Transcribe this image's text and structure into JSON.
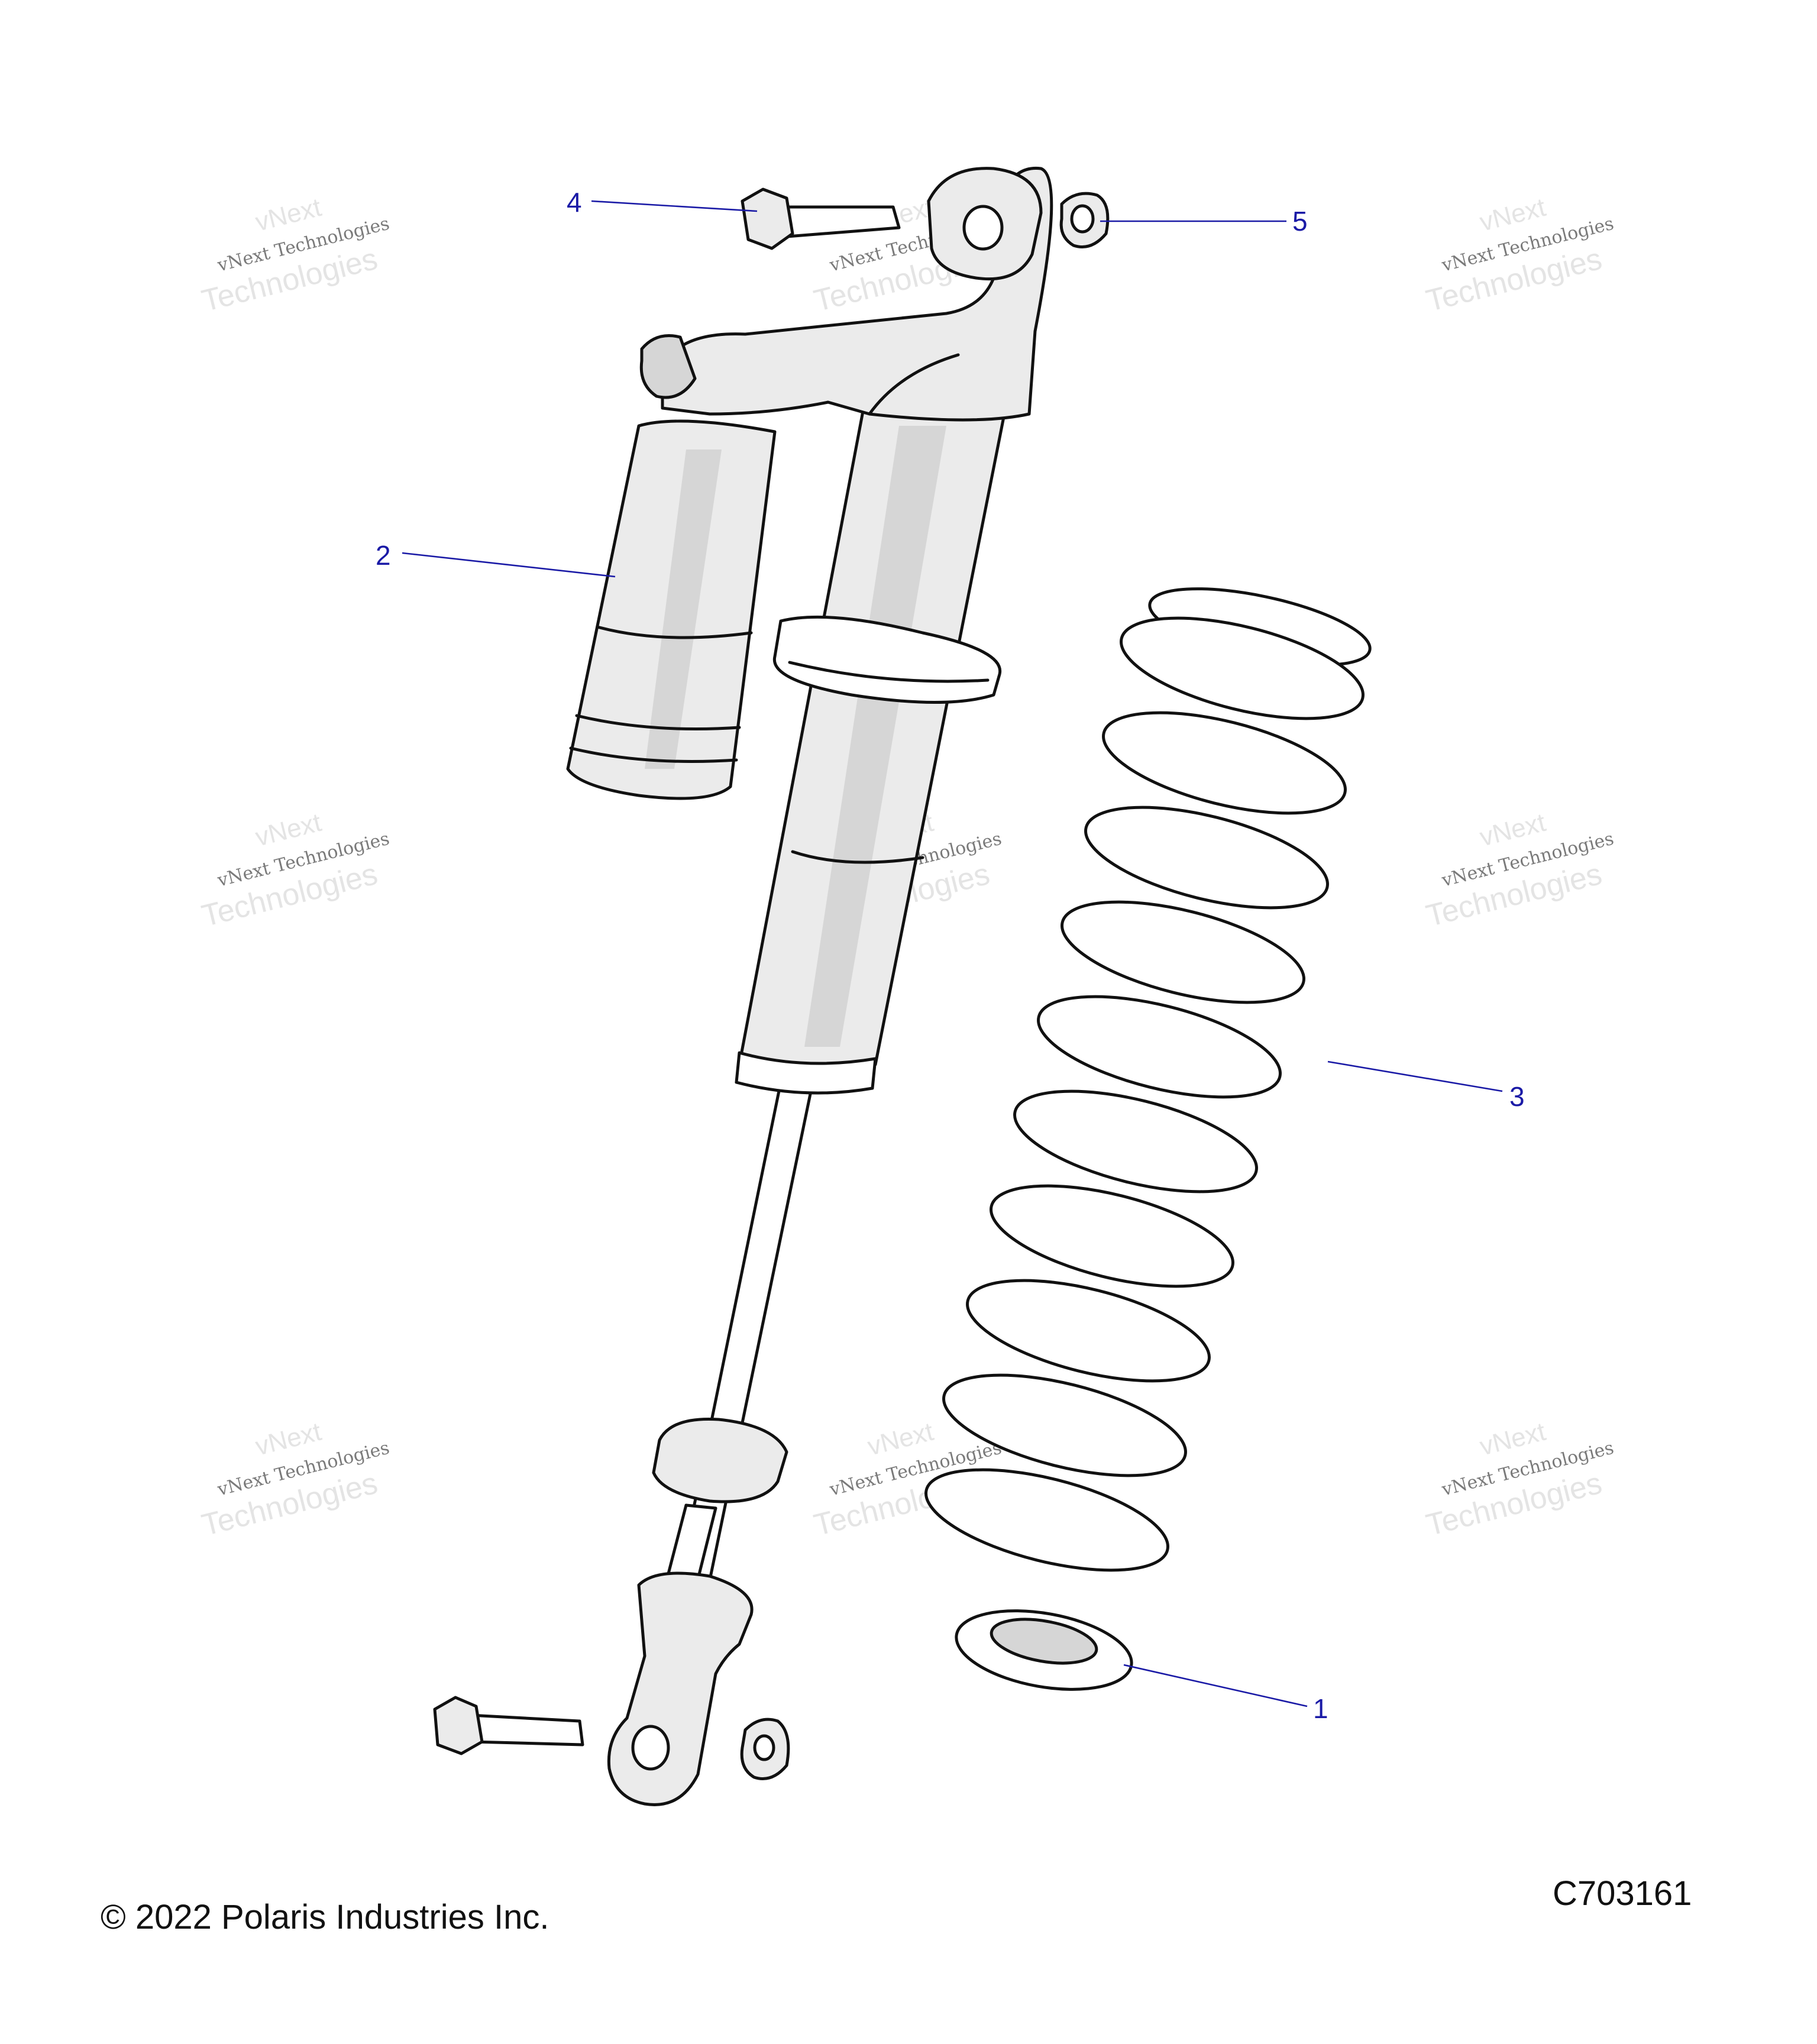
{
  "callouts": [
    {
      "label": "1",
      "part": "spring-seat"
    },
    {
      "label": "2",
      "part": "shock-reservoir"
    },
    {
      "label": "3",
      "part": "coil-spring"
    },
    {
      "label": "4",
      "part": "mount-bolt"
    },
    {
      "label": "5",
      "part": "bushing"
    }
  ],
  "watermark": {
    "line1": "vNext",
    "line2": "vNext Technologies",
    "line3": "Technologies"
  },
  "footer": {
    "copyright": "© 2022 Polaris Industries Inc.",
    "figure_id": "C703161"
  },
  "colors": {
    "callout": "#1a1aa6",
    "outline": "#111111",
    "shade": "#d6d6d6"
  }
}
